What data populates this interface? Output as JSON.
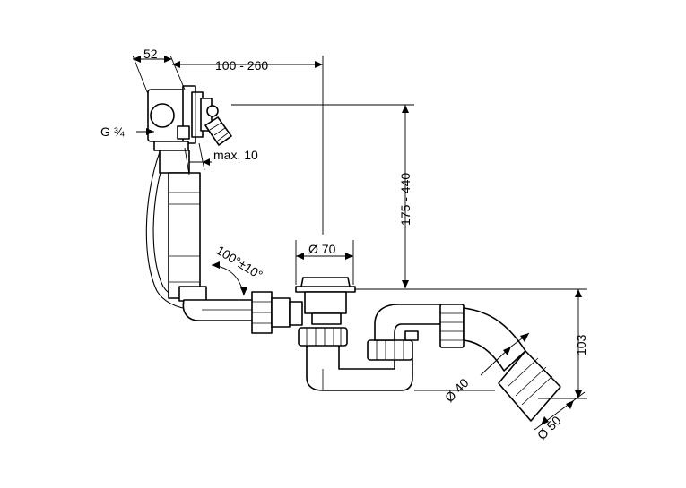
{
  "dimensions": {
    "width_52": "52",
    "range_100_260": "100 - 260",
    "thread": "G ¾",
    "max10": "max. 10",
    "height_175_440": "175 - 440",
    "dia70": "Ø 70",
    "angle": "100°±10°",
    "height_103": "103",
    "dia40": "Ø 40",
    "dia50": "Ø 50"
  }
}
